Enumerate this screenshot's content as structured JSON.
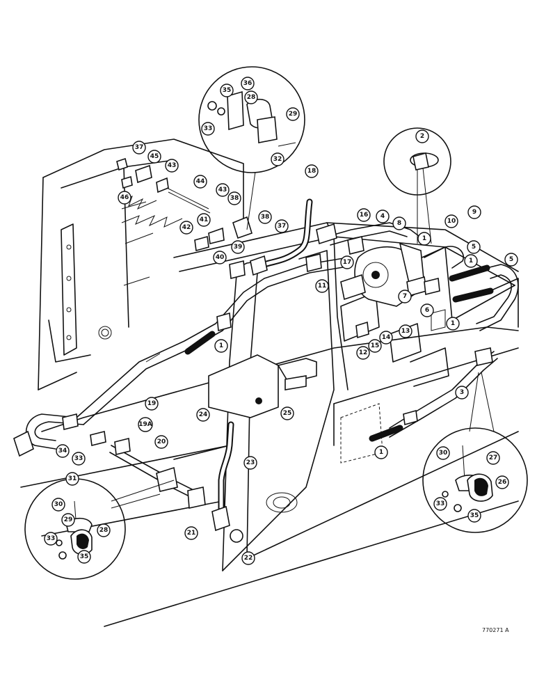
{
  "drawing": {
    "reference": "770271 A"
  },
  "callouts": [
    {
      "id": "c1a",
      "label": "1"
    },
    {
      "id": "c1b",
      "label": "1"
    },
    {
      "id": "c1c",
      "label": "1"
    },
    {
      "id": "c1d",
      "label": "1"
    },
    {
      "id": "c1e",
      "label": "1"
    },
    {
      "id": "c2",
      "label": "2"
    },
    {
      "id": "c3",
      "label": "3"
    },
    {
      "id": "c4",
      "label": "4"
    },
    {
      "id": "c5a",
      "label": "5"
    },
    {
      "id": "c5b",
      "label": "5"
    },
    {
      "id": "c6",
      "label": "6"
    },
    {
      "id": "c7",
      "label": "7"
    },
    {
      "id": "c8",
      "label": "8"
    },
    {
      "id": "c9",
      "label": "9"
    },
    {
      "id": "c10",
      "label": "10"
    },
    {
      "id": "c11",
      "label": "11"
    },
    {
      "id": "c12",
      "label": "12"
    },
    {
      "id": "c13",
      "label": "13"
    },
    {
      "id": "c14",
      "label": "14"
    },
    {
      "id": "c15",
      "label": "15"
    },
    {
      "id": "c16",
      "label": "16"
    },
    {
      "id": "c17",
      "label": "17"
    },
    {
      "id": "c18",
      "label": "18"
    },
    {
      "id": "c19",
      "label": "19"
    },
    {
      "id": "c19a",
      "label": "19A"
    },
    {
      "id": "c20",
      "label": "20"
    },
    {
      "id": "c21",
      "label": "21"
    },
    {
      "id": "c22",
      "label": "22"
    },
    {
      "id": "c23",
      "label": "23"
    },
    {
      "id": "c24",
      "label": "24"
    },
    {
      "id": "c25",
      "label": "25"
    },
    {
      "id": "c26",
      "label": "26"
    },
    {
      "id": "c27",
      "label": "27"
    },
    {
      "id": "c28a",
      "label": "28"
    },
    {
      "id": "c28b",
      "label": "28"
    },
    {
      "id": "c29a",
      "label": "29"
    },
    {
      "id": "c29b",
      "label": "29"
    },
    {
      "id": "c30a",
      "label": "30"
    },
    {
      "id": "c30b",
      "label": "30"
    },
    {
      "id": "c31",
      "label": "31"
    },
    {
      "id": "c32",
      "label": "32"
    },
    {
      "id": "c33a",
      "label": "33"
    },
    {
      "id": "c33b",
      "label": "33"
    },
    {
      "id": "c33c",
      "label": "33"
    },
    {
      "id": "c33d",
      "label": "33"
    },
    {
      "id": "c34",
      "label": "34"
    },
    {
      "id": "c35a",
      "label": "35"
    },
    {
      "id": "c35b",
      "label": "35"
    },
    {
      "id": "c35c",
      "label": "35"
    },
    {
      "id": "c36",
      "label": "36"
    },
    {
      "id": "c37a",
      "label": "37"
    },
    {
      "id": "c37b",
      "label": "37"
    },
    {
      "id": "c38a",
      "label": "38"
    },
    {
      "id": "c38b",
      "label": "38"
    },
    {
      "id": "c39",
      "label": "39"
    },
    {
      "id": "c40",
      "label": "40"
    },
    {
      "id": "c41",
      "label": "41"
    },
    {
      "id": "c42",
      "label": "42"
    },
    {
      "id": "c43a",
      "label": "43"
    },
    {
      "id": "c43b",
      "label": "43"
    },
    {
      "id": "c44",
      "label": "44"
    },
    {
      "id": "c45",
      "label": "45"
    },
    {
      "id": "c46",
      "label": "46"
    }
  ]
}
